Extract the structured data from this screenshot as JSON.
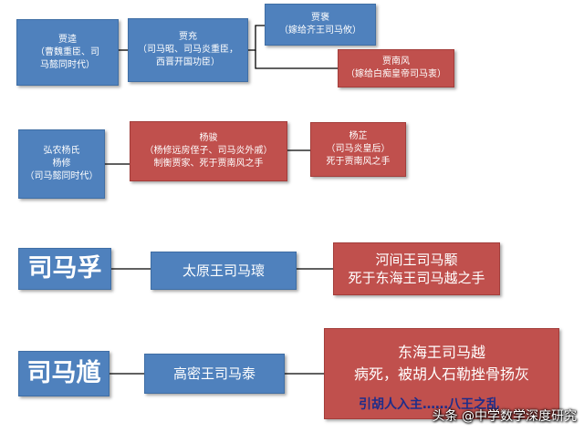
{
  "colors": {
    "blue": "#4f81bd",
    "red": "#c0504d",
    "connector": "#000000"
  },
  "group1": {
    "jia_kui": {
      "lines": [
        "贾逵",
        "（曹魏重臣、司",
        "马懿同时代）"
      ]
    },
    "jia_chong": {
      "lines": [
        "贾充",
        "（司马昭、司马炎重臣，",
        "西晋开国功臣）"
      ]
    },
    "jia_bao": {
      "lines": [
        "贾褒",
        "（嫁给齐王司马攸）"
      ]
    },
    "jia_nanfeng": {
      "lines": [
        "贾南风",
        "（嫁给白痴皇帝司马衷）"
      ]
    }
  },
  "group2": {
    "yang_xiu": {
      "lines": [
        "弘农杨氏",
        "杨修",
        "（司马懿同时代）"
      ]
    },
    "yang_jun": {
      "lines": [
        "杨骏",
        "（杨修远房侄子、司马炎外戚）",
        "制衡贾家、死于贾南风之手"
      ]
    },
    "yang_zhi": {
      "lines": [
        "杨芷",
        "（司马炎皇后）",
        "死于贾南风之手"
      ]
    }
  },
  "group3": {
    "sima_fu": "司马孚",
    "taiyuan": "太原王司马瓌",
    "hejian": {
      "lines": [
        "河间王司马颙",
        "死于东海王司马越之手"
      ]
    }
  },
  "group4": {
    "sima_kui": "司马馗",
    "gaomi": "高密王司马泰",
    "donghai": {
      "lines": [
        "东海王司马越",
        "病死，被胡人石勒挫骨扬灰"
      ]
    },
    "overlay_text": "引胡人入主……八王之乱"
  },
  "watermark": "头条 @中学数学深度研究"
}
